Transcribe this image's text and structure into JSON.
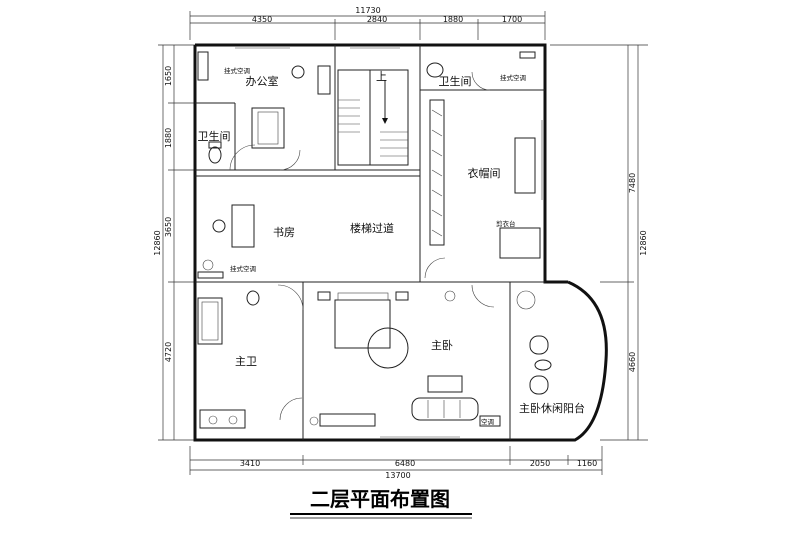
{
  "title": "二层平面布置图",
  "top_dims": {
    "total": "11730",
    "segments": [
      "4350",
      "2840",
      "1880",
      "1700"
    ]
  },
  "bottom_dims": {
    "total": "13700",
    "segments": [
      "3410",
      "6480",
      "2050",
      "1160"
    ]
  },
  "left_dims": {
    "total": "12860",
    "segments": [
      "1650",
      "1880",
      "3650",
      "4720"
    ]
  },
  "right_dims": {
    "outer": "12860",
    "upper": "7480",
    "lower": "4660"
  },
  "rooms": {
    "office": "办公室",
    "wc_left": "卫生间",
    "wc_right": "卫生间",
    "study": "书房",
    "corridor": "楼梯过道",
    "wardrobe": "衣帽间",
    "master_bath": "主卫",
    "master_bed": "主卧",
    "balcony": "主卧休闲阳台"
  },
  "labels": {
    "ac_office": "挂式空调",
    "ac_wc": "挂式空调",
    "ac_study": "挂式空调",
    "ac_bed": "空调",
    "stair_up": "上",
    "dress_table": "剪衣台"
  }
}
